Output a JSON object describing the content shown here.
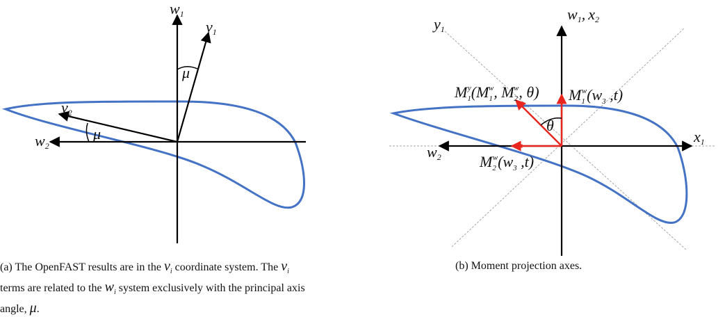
{
  "colors": {
    "airfoil": "#4472c4",
    "axes": "#000000",
    "moment_vectors": "#e8251f",
    "guide_lines": "#a6a6a6"
  },
  "panel_a": {
    "labels": {
      "w1": "w",
      "w1_sub": "1",
      "w2": "w",
      "w2_sub": "2",
      "v1": "v",
      "v1_sub": "1",
      "v2": "v",
      "v2_sub": "2",
      "mu_top": "μ",
      "mu_left": "μ"
    },
    "caption": {
      "part1": "(a) The OpenFAST results are in the ",
      "vi": "v",
      "vi_sub": "i",
      "part2": " coordinate system. The ",
      "vi2": "v",
      "vi2_sub": "i",
      "part3": "terms  are related to the ",
      "wi": "w",
      "wi_sub": "i",
      "part4": " system exclusively with the principal axis",
      "part5": "angle, ",
      "mu": "μ",
      "part6": "."
    }
  },
  "panel_b": {
    "labels": {
      "w1": "w",
      "w1_sub": "1",
      "comma": ",",
      "x2": "x",
      "x2_sub": "2",
      "y1": "y",
      "y1_sub": "1",
      "x1": "x",
      "x1_sub": "1",
      "w2": "w",
      "w2_sub": "2",
      "theta": "θ",
      "m1y": "M",
      "m1y_sub": "1",
      "m1y_sup": "y",
      "m1y_args": "(M",
      "m1y_args_sub": "1",
      "m1y_args_sup": "w",
      "m1y_mid": ", M",
      "m1y_mid_sub": "2",
      "m1y_mid_sup": "w",
      "m1y_end": ", θ)",
      "m1w": "M",
      "m1w_sub": "1",
      "m1w_sup": "w",
      "m1w_args": "(w",
      "m1w_args_sub": "3",
      "m1w_end": " ,t)",
      "m2w": "M",
      "m2w_sub": "2",
      "m2w_sup": "w",
      "m2w_args": "(w",
      "m2w_args_sub": "3",
      "m2w_end": " ,t)"
    },
    "caption": "(b) Moment projection axes."
  }
}
